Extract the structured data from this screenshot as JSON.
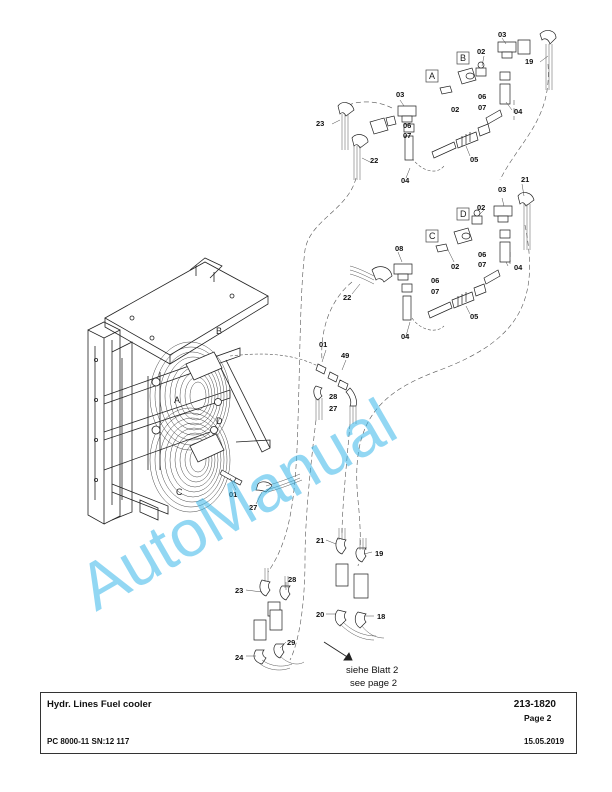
{
  "sheet": {
    "title": "Hydr. Lines Fuel cooler",
    "number": "213-1820",
    "page": "Page 2",
    "model": "PC 8000-11 SN:12 117",
    "date": "15.05.2019"
  },
  "note": {
    "line1": "siehe Blatt 2",
    "line2": "see page 2"
  },
  "watermark": "AutoManual",
  "colors": {
    "watermark": "#39b7ea",
    "line": "#222222",
    "hose": "#555555"
  },
  "callouts": [
    {
      "text": "03"
    },
    {
      "text": "19"
    },
    {
      "text": "02"
    },
    {
      "text": "B"
    },
    {
      "text": "A"
    },
    {
      "text": "03"
    },
    {
      "text": "06"
    },
    {
      "text": "07"
    },
    {
      "text": "02"
    },
    {
      "text": "04"
    },
    {
      "text": "23"
    },
    {
      "text": "06"
    },
    {
      "text": "07"
    },
    {
      "text": "22"
    },
    {
      "text": "05"
    },
    {
      "text": "04"
    },
    {
      "text": "03"
    },
    {
      "text": "21"
    },
    {
      "text": "D"
    },
    {
      "text": "02"
    },
    {
      "text": "C"
    },
    {
      "text": "08"
    },
    {
      "text": "02"
    },
    {
      "text": "06"
    },
    {
      "text": "07"
    },
    {
      "text": "04"
    },
    {
      "text": "06"
    },
    {
      "text": "07"
    },
    {
      "text": "22"
    },
    {
      "text": "05"
    },
    {
      "text": "04"
    },
    {
      "text": "01"
    },
    {
      "text": "49"
    },
    {
      "text": "28"
    },
    {
      "text": "27"
    },
    {
      "text": "B"
    },
    {
      "text": "A"
    },
    {
      "text": "D"
    },
    {
      "text": "C"
    },
    {
      "text": "01"
    },
    {
      "text": "27"
    },
    {
      "text": "21"
    },
    {
      "text": "19"
    },
    {
      "text": "23"
    },
    {
      "text": "28"
    },
    {
      "text": "20"
    },
    {
      "text": "18"
    },
    {
      "text": "29"
    },
    {
      "text": "24"
    }
  ]
}
